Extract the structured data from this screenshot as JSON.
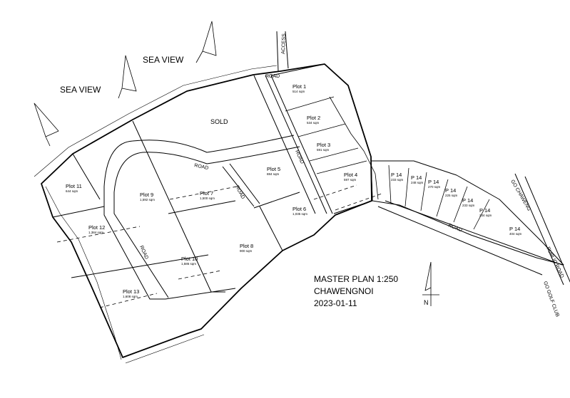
{
  "labels": {
    "sea_view_1": "SEA VIEW",
    "sea_view_2": "SEA VIEW",
    "sold": "SOLD",
    "access": "ACCESS",
    "road": "ROAD",
    "go_chaweng": "GO CHAWENG",
    "public_road": "PUBLIC ROAD",
    "go_golf_club": "GO GOLF CLUB",
    "north": "N"
  },
  "plots": [
    {
      "name": "Plot 1",
      "area": "514 sqm"
    },
    {
      "name": "Plot 2",
      "area": "534 sqm"
    },
    {
      "name": "Plot 3",
      "area": "591 sqm"
    },
    {
      "name": "Plot 4",
      "area": "597 sqm"
    },
    {
      "name": "Plot 5",
      "area": "884 sqm"
    },
    {
      "name": "Plot 6",
      "area": "1,035 sqm"
    },
    {
      "name": "Plot 7",
      "area": "1,500 sqm"
    },
    {
      "name": "Plot 8",
      "area": "900 sqm"
    },
    {
      "name": "Plot 9",
      "area": "1,592 sqm"
    },
    {
      "name": "Plot 10",
      "area": "1,586 sqm"
    },
    {
      "name": "Plot 11",
      "area": "644 sqm"
    },
    {
      "name": "Plot 12",
      "area": "1,384 sqm"
    },
    {
      "name": "Plot 13",
      "area": "1,608 sqm"
    }
  ],
  "p14": [
    {
      "name": "P 14",
      "area": "233 sqm"
    },
    {
      "name": "P 14",
      "area": "248 sqm"
    },
    {
      "name": "P 14",
      "area": "270 sqm"
    },
    {
      "name": "P 14",
      "area": "225 sqm"
    },
    {
      "name": "P 14",
      "area": "233 sqm"
    },
    {
      "name": "P 14",
      "area": "234 sqm"
    },
    {
      "name": "P 14",
      "area": "404 sqm"
    }
  ],
  "title_block": {
    "line1": "MASTER PLAN  1:250",
    "line2": "CHAWENGNOI",
    "line3": "2023-01-11"
  }
}
